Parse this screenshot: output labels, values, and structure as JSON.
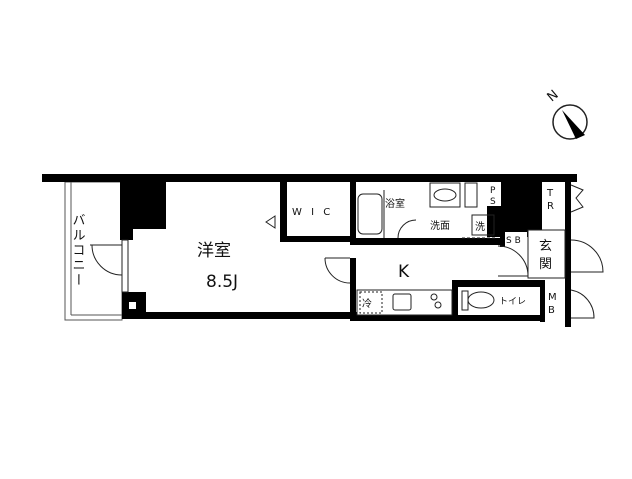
{
  "compass": {
    "label": "N",
    "icon": "north-arrow-icon"
  },
  "rooms": {
    "balcony": "バルコニー",
    "western_room": "洋室",
    "western_room_size": "8.5J",
    "wic": "W I C",
    "bathroom": "浴室",
    "washroom": "洗面",
    "washer": "洗",
    "ps": [
      "P",
      "S"
    ],
    "sb": "S B",
    "kitchen": "K",
    "fridge": "冷",
    "toilet": "トイレ",
    "mb": [
      "M",
      "B"
    ],
    "tr": [
      "T",
      "R"
    ],
    "entrance": [
      "玄",
      "関"
    ]
  }
}
